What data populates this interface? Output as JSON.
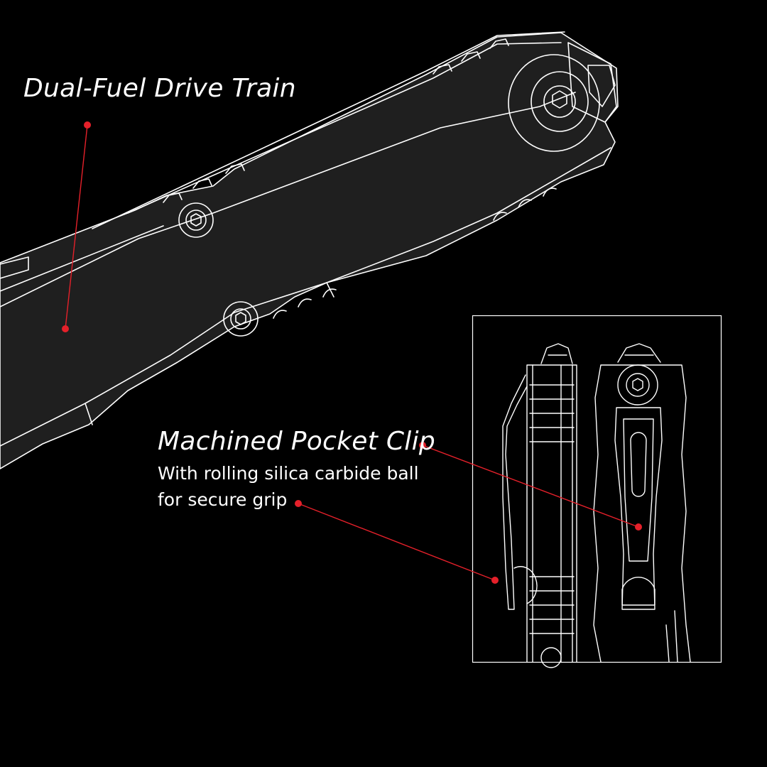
{
  "colors": {
    "background": "#000000",
    "body": "#1f1f1f",
    "line": "#ffffff",
    "callout": "#e5202a"
  },
  "callouts": [
    {
      "title": "Dual-Fuel Drive Train"
    },
    {
      "title": "Machined Pocket Clip",
      "lines": [
        "With rolling silica carbide ball",
        "for secure grip"
      ]
    }
  ]
}
